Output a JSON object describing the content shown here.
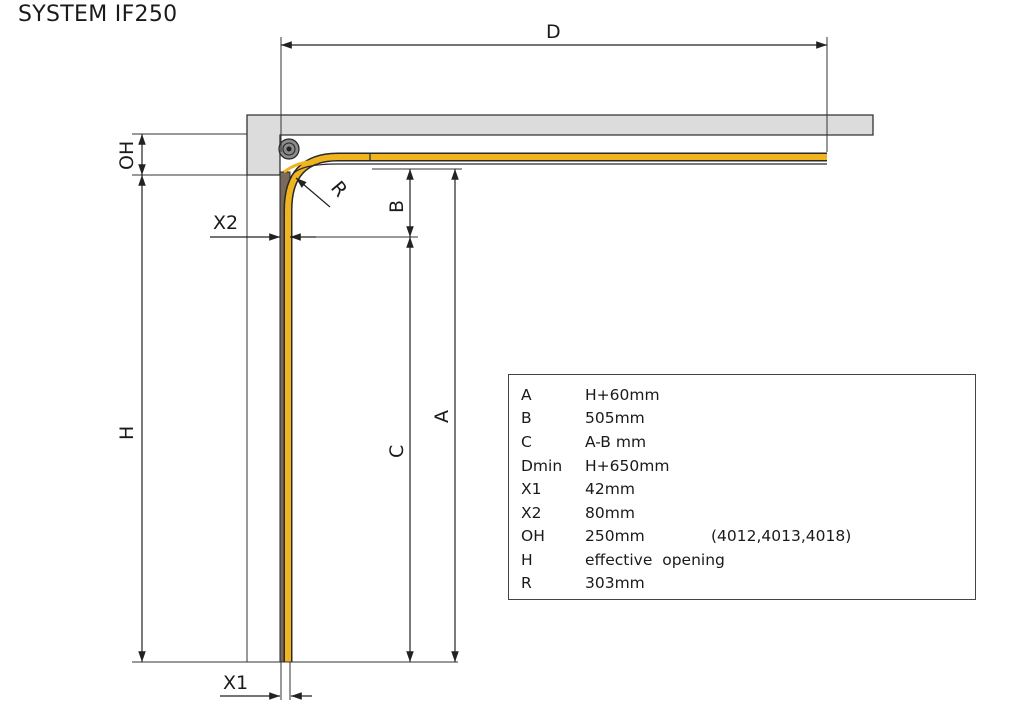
{
  "title": "SYSTEM IF250",
  "dimension_labels": {
    "D": "D",
    "OH": "OH",
    "R": "R",
    "B": "B",
    "X2": "X2",
    "H": "H",
    "C": "C",
    "A": "A",
    "X1": "X1"
  },
  "spec_table": [
    {
      "key": "A",
      "value": "H+60mm",
      "note": ""
    },
    {
      "key": "B",
      "value": "505mm",
      "note": ""
    },
    {
      "key": "C",
      "value": "A-B mm",
      "note": ""
    },
    {
      "key": "Dmin",
      "value": "H+650mm",
      "note": ""
    },
    {
      "key": "X1",
      "value": "42mm",
      "note": ""
    },
    {
      "key": "X2",
      "value": "80mm",
      "note": ""
    },
    {
      "key": "OH",
      "value": "250mm",
      "note": "(4012,4013,4018)"
    },
    {
      "key": "H",
      "value": "effective  opening",
      "note": ""
    },
    {
      "key": "R",
      "value": "303mm",
      "note": ""
    }
  ],
  "colors": {
    "track": "#f0b51e",
    "track_outline": "#2a2a2a",
    "door_panel": "#7a6a5c",
    "ceiling": "#dcdcdc",
    "line": "#222222"
  }
}
